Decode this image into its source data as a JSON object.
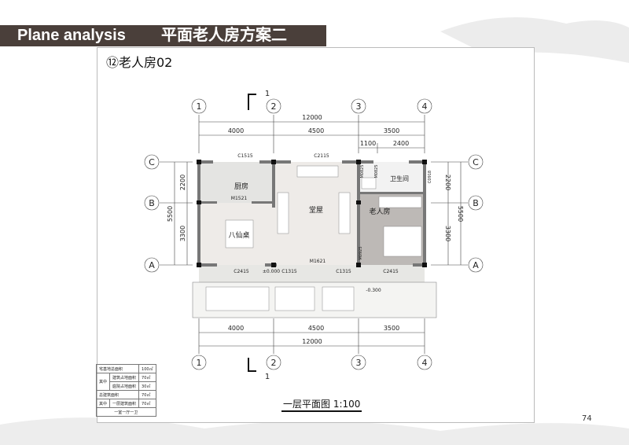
{
  "header": {
    "title_en": "Plane analysis",
    "title_cn": "平面老人房方案二"
  },
  "plan_title": "⑫老人房02",
  "caption": "一层平面图  1:100",
  "page_number": "74",
  "axes": {
    "vertical": [
      "1",
      "2",
      "3",
      "4"
    ],
    "horizontal": [
      "A",
      "B",
      "C"
    ],
    "section": "1"
  },
  "dimensions": {
    "total": "12000",
    "spans": [
      "4000",
      "4500",
      "3500"
    ],
    "top_right": [
      "1100",
      "2400"
    ],
    "side_total": "5500",
    "side_spans": [
      "2200",
      "3300"
    ]
  },
  "rooms": {
    "kitchen": "厨房",
    "hall": "堂屋",
    "elder_room": "老人房",
    "bathroom": "卫生间",
    "table": "八仙桌"
  },
  "openings": {
    "c1515": "C1515",
    "c2115": "C2115",
    "m1521": "M1521",
    "m0825a": "M0825",
    "m0825b": "M0825",
    "c0918": "C0918",
    "m0925": "M0925",
    "m1621": "M1621",
    "c2415a": "C2415",
    "c1315a": "C1315",
    "c1315b": "C1315",
    "c2415b": "C2415"
  },
  "levels": {
    "floor": "±0.000",
    "yard": "-0.300"
  },
  "area_table": {
    "rows": [
      {
        "label": "宅基地总面积",
        "value": "100㎡"
      },
      {
        "label": "其中",
        "sub": "建筑占地面积",
        "value": "70㎡"
      },
      {
        "sub": "庭院占地面积",
        "value": "30㎡"
      },
      {
        "label": "总建筑面积",
        "value": "70㎡"
      },
      {
        "label": "其中",
        "sub": "一层建筑面积",
        "value": "70㎡"
      },
      {
        "label": "一室一厅一卫"
      }
    ]
  }
}
